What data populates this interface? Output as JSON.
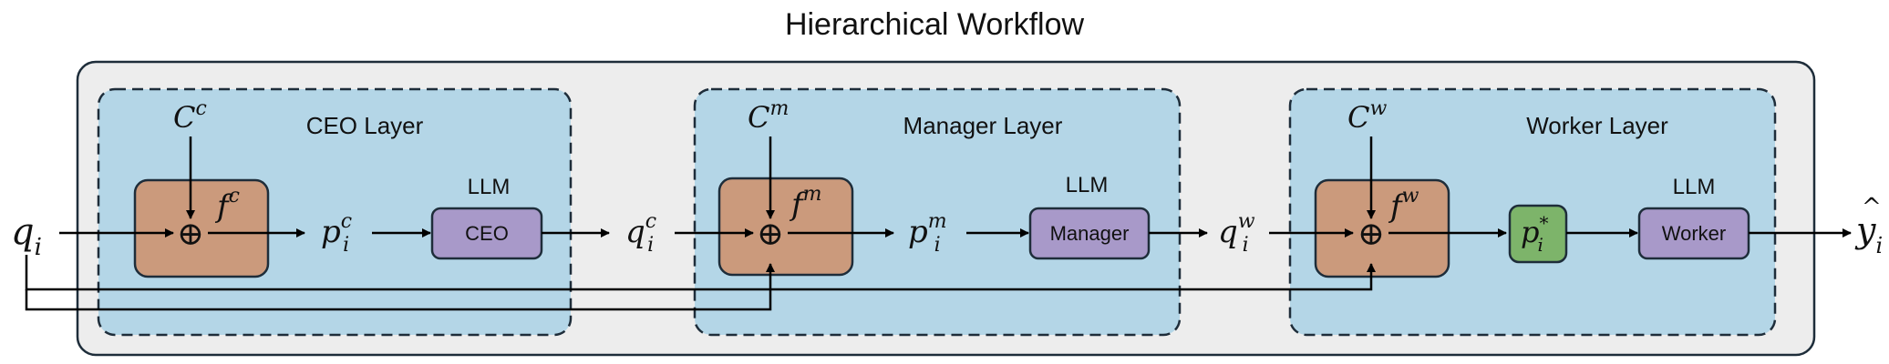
{
  "title": "Hierarchical Workflow",
  "layers": {
    "ceo": {
      "label": "CEO Layer",
      "context_base": "C",
      "context_sup": "c",
      "fusion_base": "f",
      "fusion_sup": "c",
      "prompt_base": "p",
      "prompt_sub": "i",
      "prompt_sup": "c",
      "llm_label": "LLM",
      "agent_label": "CEO"
    },
    "manager": {
      "label": "Manager Layer",
      "context_base": "C",
      "context_sup": "m",
      "fusion_base": "f",
      "fusion_sup": "m",
      "prompt_base": "p",
      "prompt_sub": "i",
      "prompt_sup": "m",
      "llm_label": "LLM",
      "agent_label": "Manager"
    },
    "worker": {
      "label": "Worker Layer",
      "context_base": "C",
      "context_sup": "w",
      "fusion_base": "f",
      "fusion_sup": "w",
      "prompt_base": "p",
      "prompt_sub": "i",
      "prompt_sup": "*",
      "llm_label": "LLM",
      "agent_label": "Worker"
    }
  },
  "input": {
    "base": "q",
    "sub": "i"
  },
  "queries": {
    "to_manager": {
      "base": "q",
      "sub": "i",
      "sup": "c"
    },
    "to_worker": {
      "base": "q",
      "sub": "i",
      "sup": "w"
    }
  },
  "output": {
    "base": "y",
    "hat": "^",
    "sub": "i"
  },
  "operator": "⊕",
  "colors": {
    "outer_bg": "#ededed",
    "layer_bg": "#b4d6e7",
    "fusion": "#cb9a7c",
    "llm": "#a899c9",
    "prompt_star": "#7db46a"
  }
}
